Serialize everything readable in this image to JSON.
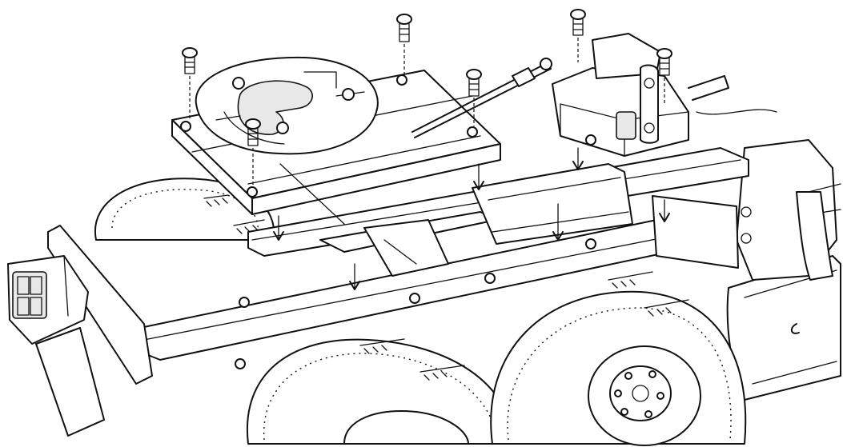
{
  "diagram": {
    "kind": "exploded-assembly-line-drawing",
    "ink_color": "#111111",
    "paper_color": "#ffffff",
    "parts": [
      {
        "name": "fifth-wheel-plate"
      },
      {
        "name": "coupling-mount-plate"
      },
      {
        "name": "servo-unit"
      },
      {
        "name": "chassis-frame"
      },
      {
        "name": "rear-bumper"
      },
      {
        "name": "tail-light"
      },
      {
        "name": "mudflap"
      },
      {
        "name": "tire-front-rear-axle"
      },
      {
        "name": "tire-rear-rear-axle"
      },
      {
        "name": "tire-far-side"
      },
      {
        "name": "fuel-tank"
      }
    ],
    "screw_count": 6,
    "arrow_count": 6
  }
}
